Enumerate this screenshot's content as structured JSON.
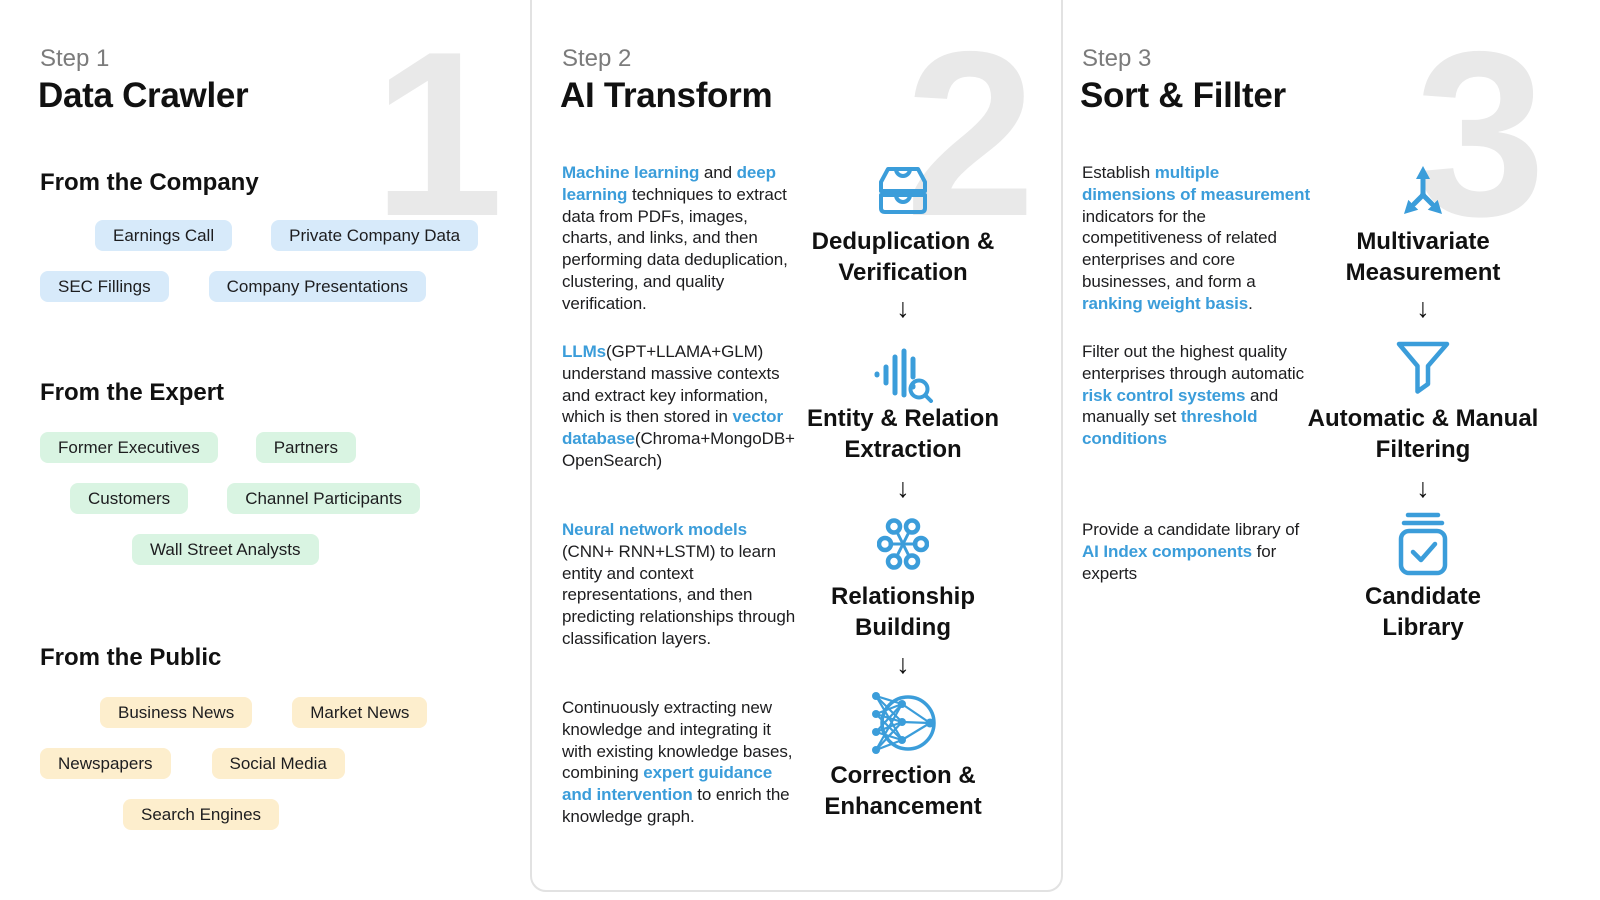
{
  "accent_color": "#3b9dda",
  "watermark_color": "#e9e9e9",
  "chip_colors": {
    "blue": "#d7eafa",
    "green": "#d9f4e2",
    "cream": "#fdeecd"
  },
  "arrow_glyph": "↓",
  "steps": [
    {
      "step_label": "Step 1",
      "title": "Data Crawler",
      "watermark": "1",
      "sections": [
        {
          "heading": "From the Company",
          "chip_style": "blue",
          "rows": [
            [
              "Earnings Call",
              "Private Company Data"
            ],
            [
              "SEC Fillings",
              "Company Presentations"
            ]
          ]
        },
        {
          "heading": "From the Expert",
          "chip_style": "green",
          "rows": [
            [
              "Former Executives",
              "Partners"
            ],
            [
              "Customers",
              "Channel Participants"
            ],
            [
              "Wall Street Analysts"
            ]
          ]
        },
        {
          "heading": "From the Public",
          "chip_style": "cream",
          "rows": [
            [
              "Business News",
              "Market News"
            ],
            [
              "Newspapers",
              "Social Media"
            ],
            [
              "Search Engines"
            ]
          ]
        }
      ]
    },
    {
      "step_label": "Step 2",
      "title": "AI Transform",
      "watermark": "2",
      "stages": [
        {
          "icon": "archive-drawer-icon",
          "label": "Deduplication &\nVerification",
          "paragraph": [
            {
              "text": "Machine learning",
              "hl": true
            },
            {
              "text": " and "
            },
            {
              "text": "deep learning",
              "hl": true
            },
            {
              "text": " techniques to extract data from PDFs, images, charts, and links, and then performing data deduplication, clustering, and quality verification."
            }
          ]
        },
        {
          "icon": "soundwave-search-icon",
          "label": "Entity & Relation\nExtraction",
          "paragraph": [
            {
              "text": "LLMs",
              "hl": true
            },
            {
              "text": "(GPT+LLAMA+GLM) understand massive contexts and extract key information, which is then stored in "
            },
            {
              "text": "vector database",
              "hl": true
            },
            {
              "text": "(Chroma+MongoDB+ OpenSearch)"
            }
          ]
        },
        {
          "icon": "network-nodes-icon",
          "label": "Relationship\nBuilding",
          "paragraph": [
            {
              "text": "Neural network models",
              "hl": true
            },
            {
              "text": " (CNN+ RNN+LSTM) to learn entity and context representations, and then predicting relationships through classification layers."
            }
          ]
        },
        {
          "icon": "neural-net-icon",
          "label": "Correction &\nEnhancement",
          "paragraph": [
            {
              "text": "Continuously extracting new knowledge and integrating it with existing knowledge bases, combining "
            },
            {
              "text": "expert guidance and intervention",
              "hl": true
            },
            {
              "text": " to enrich the knowledge graph."
            }
          ]
        }
      ]
    },
    {
      "step_label": "Step 3",
      "title": "Sort & Fillter",
      "watermark": "3",
      "stages": [
        {
          "icon": "branch-arrows-icon",
          "label": "Multivariate\nMeasurement",
          "paragraph": [
            {
              "text": "Establish "
            },
            {
              "text": "multiple dimensions of measurement",
              "hl": true
            },
            {
              "text": " indicators for the competitiveness of related enterprises and core businesses, and form a "
            },
            {
              "text": "ranking weight basis",
              "hl": true
            },
            {
              "text": "."
            }
          ]
        },
        {
          "icon": "funnel-icon",
          "label": "Automatic & Manual\nFiltering",
          "paragraph": [
            {
              "text": "Filter out the highest quality enterprises through automatic "
            },
            {
              "text": "risk control systems",
              "hl": true
            },
            {
              "text": " and manually set "
            },
            {
              "text": "threshold conditions",
              "hl": true
            }
          ]
        },
        {
          "icon": "checkbox-library-icon",
          "label": "Candidate\nLibrary",
          "paragraph": [
            {
              "text": "Provide a candidate library of "
            },
            {
              "text": "AI Index components",
              "hl": true
            },
            {
              "text": " for experts"
            }
          ]
        }
      ]
    }
  ]
}
